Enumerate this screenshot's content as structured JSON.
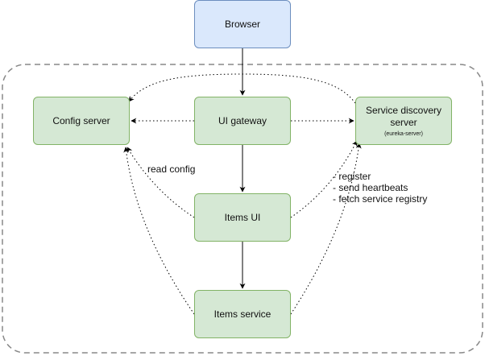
{
  "nodes": {
    "browser": {
      "label": "Browser"
    },
    "config_server": {
      "label": "Config server"
    },
    "ui_gateway": {
      "label": "UI gateway"
    },
    "service_discovery": {
      "label": "Service discovery server",
      "sub": "(eureka-server)"
    },
    "items_ui": {
      "label": "Items UI"
    },
    "items_service": {
      "label": "Items service"
    }
  },
  "annotations": {
    "read_config": "read config",
    "discovery_actions": [
      "- register",
      "- send heartbeats",
      "- fetch service registry"
    ]
  },
  "colors": {
    "browser_fill": "#dae8fc",
    "browser_stroke": "#6c8ebf",
    "service_fill": "#d5e8d4",
    "service_stroke": "#82b366",
    "boundary_stroke": "#888888",
    "edge": "#000000"
  },
  "edges": [
    {
      "from": "browser",
      "to": "ui_gateway",
      "style": "solid"
    },
    {
      "from": "ui_gateway",
      "to": "items_ui",
      "style": "solid"
    },
    {
      "from": "items_ui",
      "to": "items_service",
      "style": "solid"
    },
    {
      "from": "ui_gateway",
      "to": "config_server",
      "style": "dotted"
    },
    {
      "from": "ui_gateway",
      "to": "service_discovery",
      "style": "dotted"
    },
    {
      "from": "service_discovery",
      "to": "config_server",
      "style": "dotted"
    },
    {
      "from": "items_ui",
      "to": "config_server",
      "style": "dotted"
    },
    {
      "from": "items_service",
      "to": "config_server",
      "style": "dotted"
    },
    {
      "from": "items_ui",
      "to": "service_discovery",
      "style": "dotted"
    },
    {
      "from": "items_service",
      "to": "service_discovery",
      "style": "dotted"
    }
  ]
}
